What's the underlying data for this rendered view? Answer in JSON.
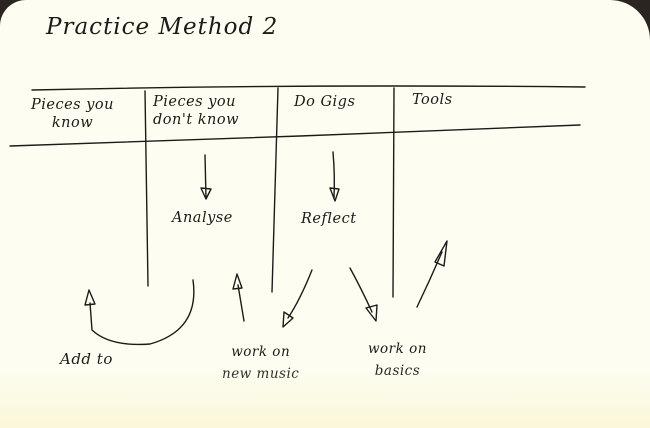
{
  "diagram": {
    "title": "Practice Method 2",
    "ink_color": "#1d1b1a",
    "paper_color": "#fdfdf1",
    "columns": [
      {
        "id": "col1",
        "label_line1": "Pieces you",
        "label_line2": "know"
      },
      {
        "id": "col2",
        "label_line1": "Pieces you",
        "label_line2": "don't know"
      },
      {
        "id": "col3",
        "label_line1": "Do Gigs"
      },
      {
        "id": "col4",
        "label_line1": "Tools"
      }
    ],
    "nodes": {
      "analyse": "Analyse",
      "reflect": "Reflect",
      "add_to": "Add to",
      "work_on_new_music_line1": "work on",
      "work_on_new_music_line2": "new music",
      "work_on_basics_line1": "work on",
      "work_on_basics_line2": "basics"
    },
    "edges": [
      {
        "from": "Pieces you don't know",
        "to": "Analyse"
      },
      {
        "from": "Do Gigs",
        "to": "Reflect"
      },
      {
        "from": "Analyse",
        "to": "Pieces you know",
        "label": "add to"
      },
      {
        "from": "work on new music",
        "to": "Analyse"
      },
      {
        "from": "Reflect",
        "to": "work on new music"
      },
      {
        "from": "Reflect",
        "to": "work on basics"
      },
      {
        "from": "work on basics",
        "to": "Tools"
      }
    ]
  }
}
